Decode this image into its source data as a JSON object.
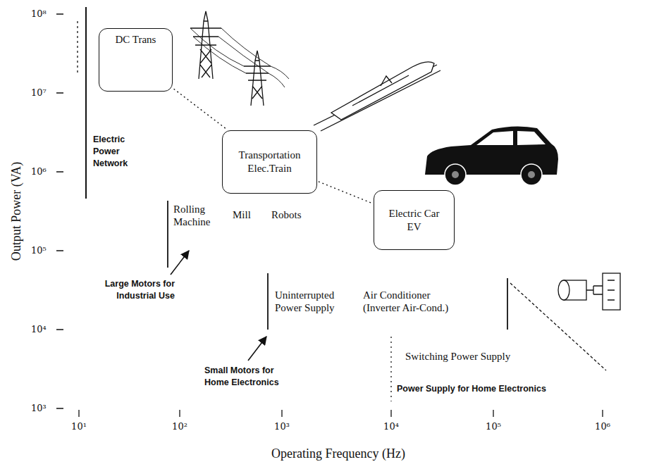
{
  "diagram": {
    "nodes": [
      {
        "text": [
          "DC Trans"
        ]
      },
      {
        "text": [
          "Transportation",
          "Elec.Train"
        ]
      },
      {
        "text": [
          "Electric Car",
          "EV"
        ]
      }
    ],
    "edges": [
      {
        "from": 0,
        "to": 1,
        "arrow": "none"
      },
      {
        "from": 1,
        "to": 2,
        "arrow": "none"
      }
    ],
    "labels": [
      "10⁸",
      "10⁷",
      "Electric Power Network",
      "10⁶",
      "Rolling Machine",
      "Mill",
      "Robots",
      "10⁵",
      "Large Motors for Industrial Use",
      "Uninterrupted Power Supply",
      "Air Conditioner (Inverter Air-Cond.)",
      "10⁴",
      "Small Motors for Home Electronics",
      "Switching Power Supply",
      "Power Supply for Home Electronics",
      "10³",
      "10¹",
      "10²",
      "10³",
      "10⁴",
      "10⁵",
      "10⁶",
      "Output Power (VA)",
      "Operating Frequency (Hz)"
    ]
  }
}
